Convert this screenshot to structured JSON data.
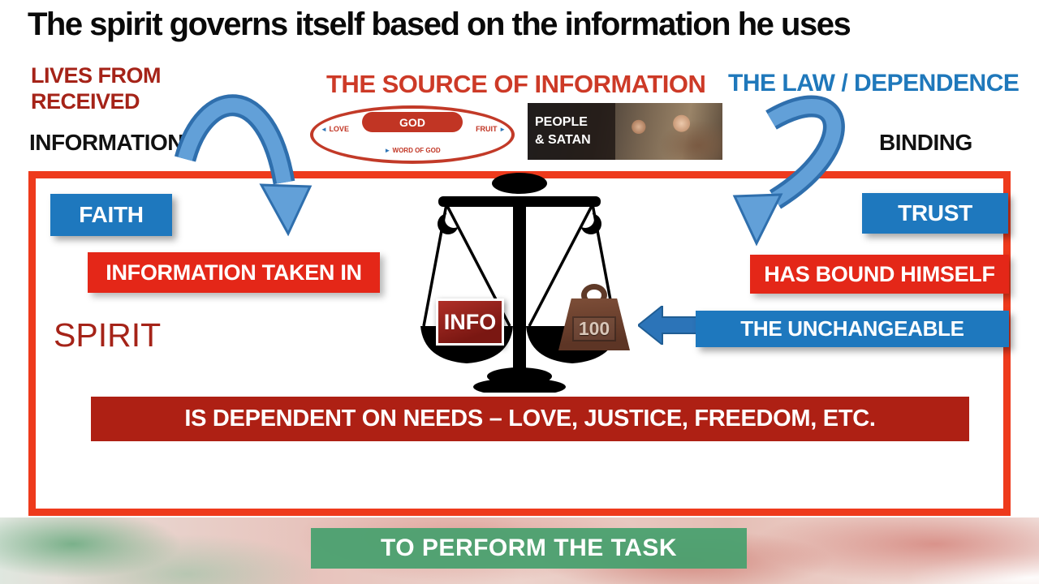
{
  "slide": {
    "title": "The spirit governs itself based on the information he uses",
    "left_block": {
      "lives_from": "LIVES FROM",
      "received": "RECEIVED",
      "information": "INFORMATION"
    },
    "headers": {
      "source": "THE SOURCE OF INFORMATION",
      "law": "THE LAW / DEPENDENCE",
      "binding": "BINDING"
    },
    "cycle": {
      "god": "GOD",
      "love": "LOVE",
      "fruit": "FRUIT",
      "word_of_god": "WORD OF GOD"
    },
    "photo": {
      "caption_line1": "PEOPLE",
      "caption_line2": "& SATAN"
    },
    "left_column": {
      "faith": "FAITH",
      "information_taken_in": "INFORMATION TAKEN IN",
      "spirit": "SPIRIT"
    },
    "right_column": {
      "trust": "TRUST",
      "has_bound_himself": "HAS BOUND HIMSELF",
      "the_unchangeable": "THE UNCHANGEABLE"
    },
    "scale": {
      "info_label": "INFO",
      "weight_value": "100"
    },
    "banners": {
      "dependent": "IS DEPENDENT ON NEEDS – LOVE, JUSTICE, FREEDOM, ETC.",
      "task": "TO PERFORM THE TASK"
    },
    "icons": {
      "arrow_left": "◄",
      "arrow_right": "►"
    },
    "colors": {
      "red_box": "#e42718",
      "dark_red_banner": "#ae2014",
      "dark_red_text": "#a52318",
      "blue_box": "#1e78be",
      "blue_text": "#1f78bb",
      "source_red": "#cd3a27",
      "border_red": "#ee3a1c",
      "green_banner": "#48a06e",
      "arrow_blue": "#5b9bd5"
    }
  }
}
